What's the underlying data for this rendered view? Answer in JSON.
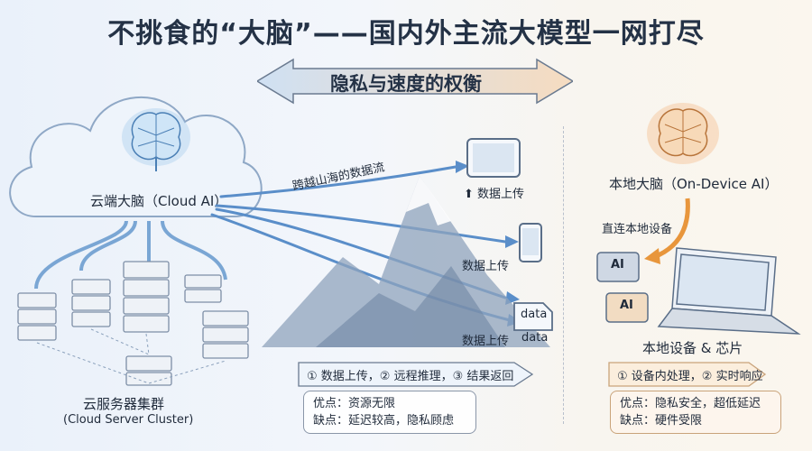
{
  "title": "不挑食的“大脑”——国内外主流大模型一网打尽",
  "banner": "隐私与速度的权衡",
  "cloud": {
    "label": "云端大脑（Cloud AI）"
  },
  "stream_label": "跨越山海的数据流",
  "upload": {
    "tablet_label": "⬆ 数据上传",
    "phone_label": "数据上传",
    "data_label": "数据上传",
    "data_tag": "data",
    "data_file": "data"
  },
  "cluster": {
    "label": "云服务器集群",
    "sub": "(Cloud Server Cluster)"
  },
  "cloud_steps": "① 数据上传，② 远程推理，③ 结果返回",
  "cloud_pros": "优点：资源无限",
  "cloud_cons": "缺点：延迟较高，隐私顾虑",
  "local": {
    "label": "本地大脑（On-Device AI）",
    "connect": "直连本地设备",
    "chip_text": "AI",
    "chip_text2": "AI",
    "device_label": "本地设备 & 芯片",
    "steps": "① 设备内处理，② 实时响应",
    "pros": "优点：隐私安全，超低延迟",
    "cons": "缺点：硬件受限"
  },
  "colors": {
    "flow": "#5a8ec9",
    "orange": "#e8963c",
    "dark": "#243246"
  }
}
